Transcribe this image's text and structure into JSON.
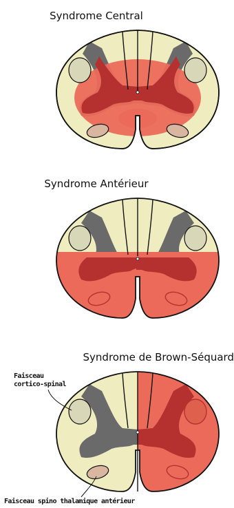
{
  "panels": [
    {
      "title": "Syndrome Central"
    },
    {
      "title": "Syndrome Antérieur"
    },
    {
      "title": "Syndrome de Brown-Séquard"
    }
  ],
  "callouts": {
    "faisceau_cortico_line1": "Faisceau",
    "faisceau_cortico_line2": "cortico-spinal",
    "faisceau_spino": "Faisceau spino thalamique antérieur"
  },
  "colors": {
    "white_matter": "#efedc0",
    "grey_matter": "#6a6a6a",
    "lesion_red": "#ec6a5a",
    "dark_red": "#b53130",
    "tract_pink": "#d9b6a0",
    "outline": "#111111"
  }
}
